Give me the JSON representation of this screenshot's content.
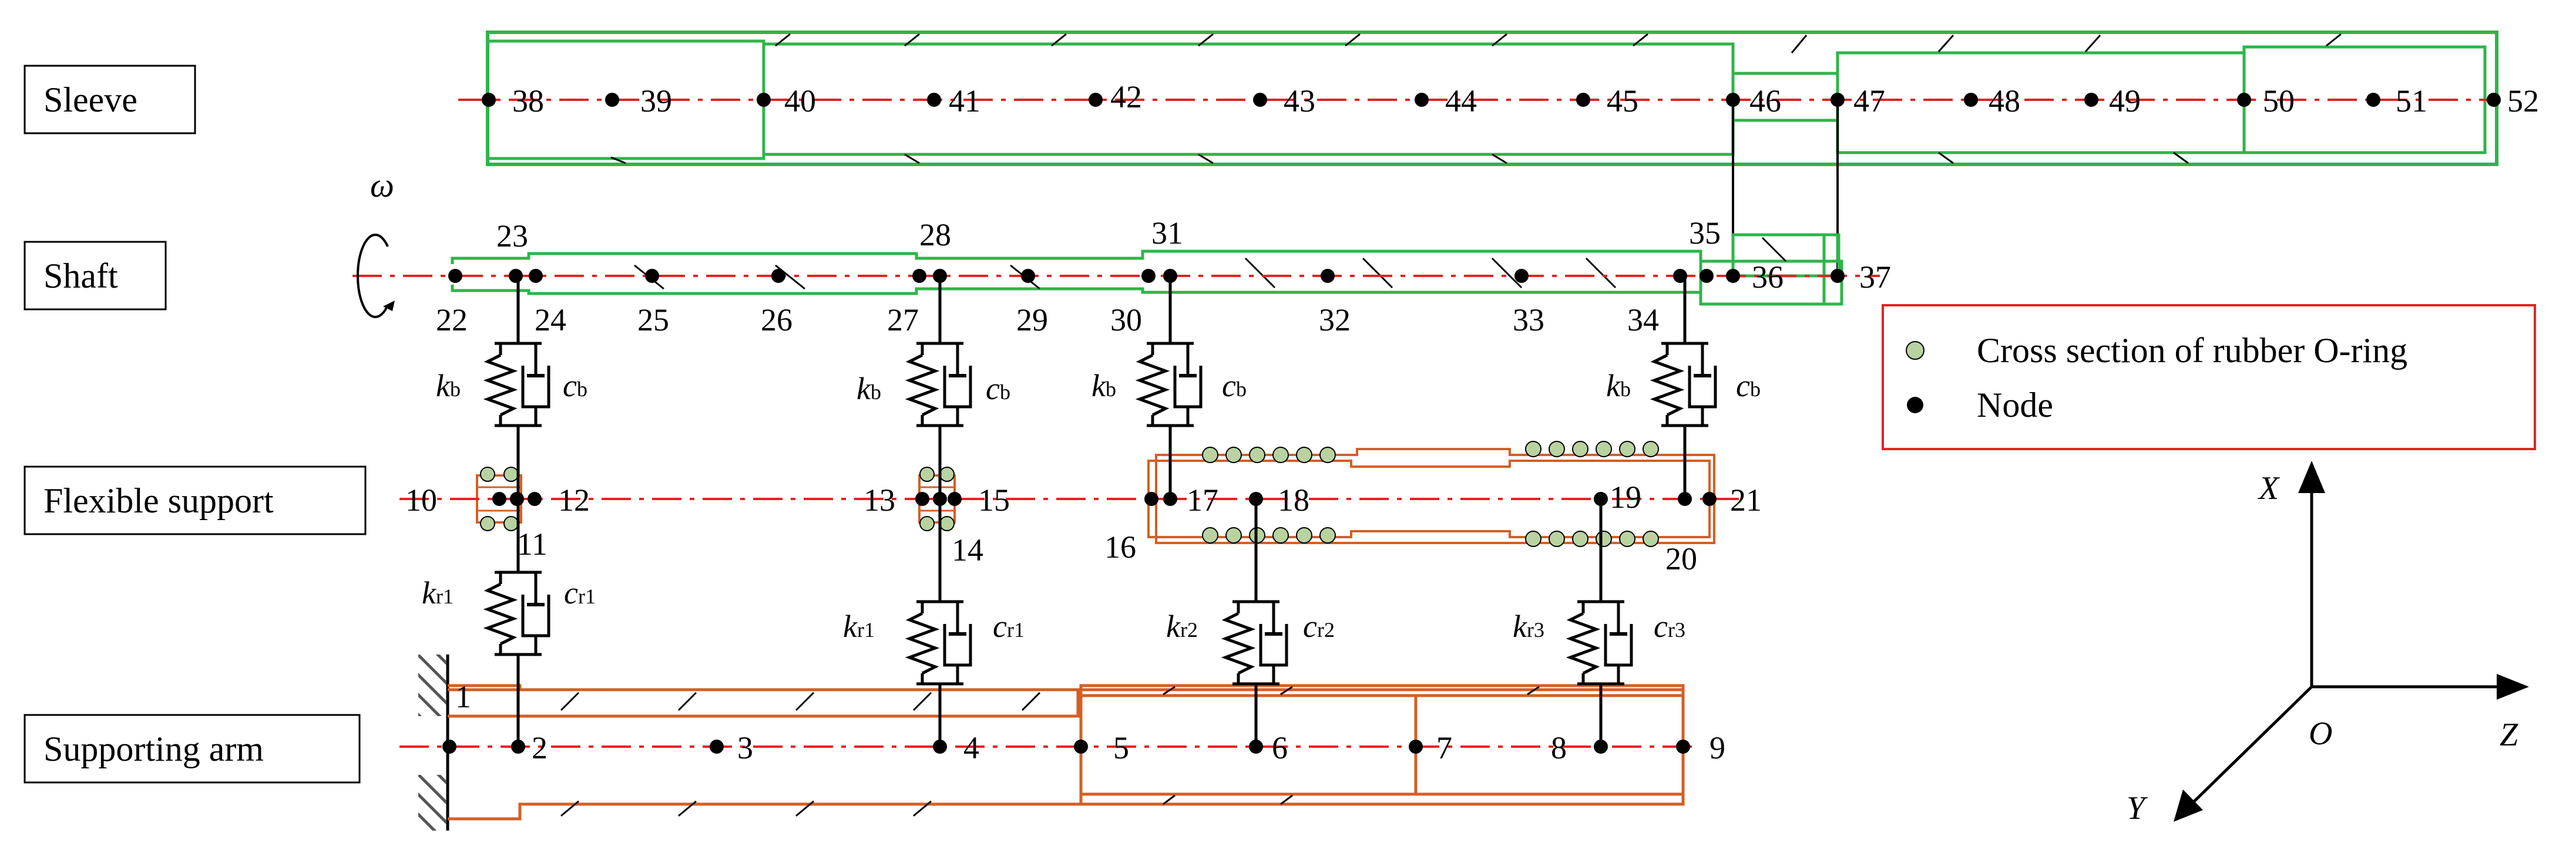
{
  "colors": {
    "sleeve_shaft_outline": "#2fb44a",
    "support_outline": "#d35f25",
    "axis_line": "#e52222",
    "node": "#000000",
    "oring_fill": "#b9d3a0"
  },
  "labels": {
    "sleeve": "Sleeve",
    "shaft": "Shaft",
    "flexible_support": "Flexible support",
    "supporting_arm": "Supporting arm"
  },
  "omega": "ω",
  "legend": {
    "oring": "Cross section of rubber O-ring",
    "node": "Node"
  },
  "axes": {
    "x": "X",
    "y": "Y",
    "z": "Z",
    "origin": "O"
  },
  "springs": {
    "kb": {
      "k": "k",
      "ks": "b",
      "c": "c",
      "cs": "b"
    },
    "kr1": {
      "k": "k",
      "ks": "r1",
      "c": "c",
      "cs": "r1"
    },
    "kr2": {
      "k": "k",
      "ks": "r2",
      "c": "c",
      "cs": "r2"
    },
    "kr3": {
      "k": "k",
      "ks": "r3",
      "c": "c",
      "cs": "r3"
    }
  },
  "nodes": {
    "n1": "1",
    "n2": "2",
    "n3": "3",
    "n4": "4",
    "n5": "5",
    "n6": "6",
    "n7": "7",
    "n8": "8",
    "n9": "9",
    "n10": "10",
    "n11": "11",
    "n12": "12",
    "n13": "13",
    "n14": "14",
    "n15": "15",
    "n16": "16",
    "n17": "17",
    "n18": "18",
    "n19": "19",
    "n20": "20",
    "n21": "21",
    "n22": "22",
    "n23": "23",
    "n24": "24",
    "n25": "25",
    "n26": "26",
    "n27": "27",
    "n28": "28",
    "n29": "29",
    "n30": "30",
    "n31": "31",
    "n32": "32",
    "n33": "33",
    "n34": "34",
    "n35": "35",
    "n36": "36",
    "n37": "37",
    "n38": "38",
    "n39": "39",
    "n40": "40",
    "n41": "41",
    "n42": "42",
    "n43": "43",
    "n44": "44",
    "n45": "45",
    "n46": "46",
    "n47": "47",
    "n48": "48",
    "n49": "49",
    "n50": "50",
    "n51": "51",
    "n52": "52"
  }
}
